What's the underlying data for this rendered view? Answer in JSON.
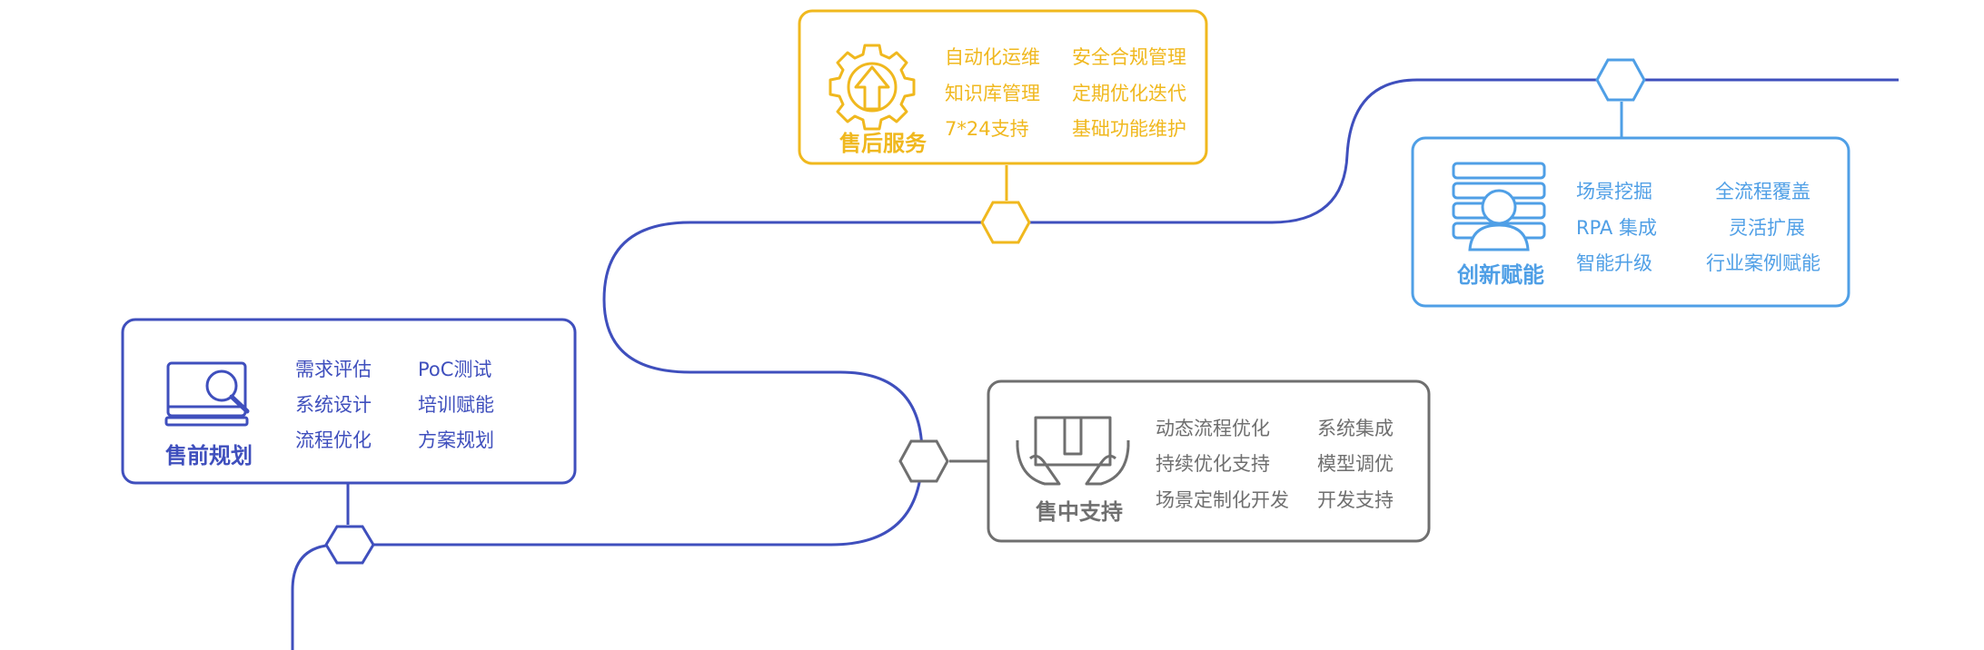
{
  "colors": {
    "blue_line": "#3f4fbd",
    "gold": "#f0b81e",
    "light_blue": "#4f9fe6",
    "gray": "#6f6f6f",
    "navy_text": "#3f4fbd"
  },
  "cards": {
    "presale": {
      "title": "售前规划",
      "icon": "magnifier-monitor-icon",
      "items": [
        "需求评估",
        "系统设计",
        "流程优化",
        "PoC测试",
        "培训赋能",
        "方案规划"
      ]
    },
    "insale": {
      "title": "售中支持",
      "icon": "hands-box-icon",
      "items": [
        "动态流程优化",
        "持续优化支持",
        "场景定制化开发",
        "系统集成",
        "模型调优",
        "开发支持"
      ]
    },
    "aftersale": {
      "title": "售后服务",
      "icon": "gear-arrow-icon",
      "items": [
        "自动化运维",
        "知识库管理",
        "7*24支持",
        "安全合规管理",
        "定期优化迭代",
        "基础功能维护"
      ]
    },
    "innovation": {
      "title": "创新赋能",
      "icon": "person-stack-icon",
      "items": [
        "场景挖掘",
        "RPA 集成",
        "智能升级",
        "全流程覆盖",
        "灵活扩展",
        "行业案例赋能"
      ]
    }
  }
}
